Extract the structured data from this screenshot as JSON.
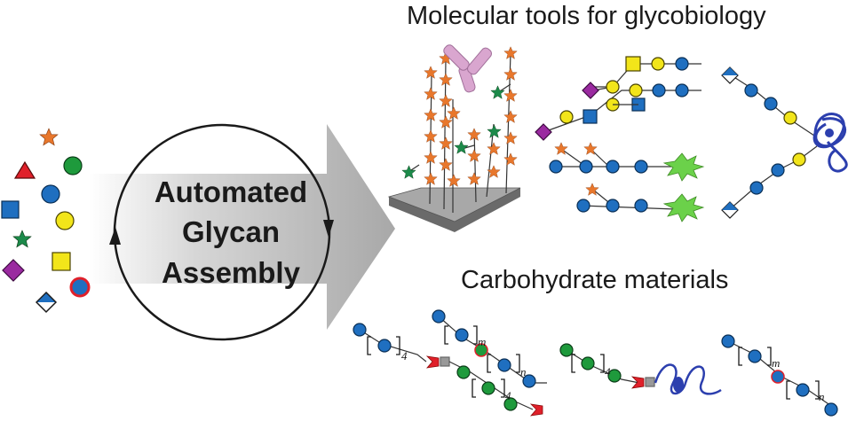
{
  "headings": {
    "tools": "Molecular tools for glycobiology",
    "materials": "Carbohydrate materials"
  },
  "cycle": {
    "line1": "Automated",
    "line2": "Glycan",
    "line3": "Assembly"
  },
  "subscripts": {
    "m": "m",
    "n": "n",
    "four": "4"
  },
  "colors": {
    "glucose_blue": "#1f6fc0",
    "galactose_yellow": "#f2e51a",
    "mannose_green": "#1e9a3c",
    "fucose_red": "#e0202a",
    "sialic_purple": "#9a2aa0",
    "fuzzy_orange": "#e8772c",
    "xylose_star_green": "#1c8a4a",
    "fluorophore_green": "#6bd14a",
    "antibody_pink": "#d9a6cf",
    "linker_red": "#e0202a",
    "arrow_gray": "#b4b4b4"
  },
  "icons": [
    "star-orange-icon",
    "triangle-red-icon",
    "circle-green-icon",
    "square-blue-icon",
    "circle-blue-icon",
    "circle-yellow-icon",
    "star-green-icon",
    "square-yellow-icon",
    "diamond-purple-icon",
    "diamond-white-blue-icon",
    "circle-blue-red-ring-icon",
    "antibody-icon",
    "microarray-slide-icon",
    "fluorophore-icon",
    "protein-coil-icon"
  ]
}
